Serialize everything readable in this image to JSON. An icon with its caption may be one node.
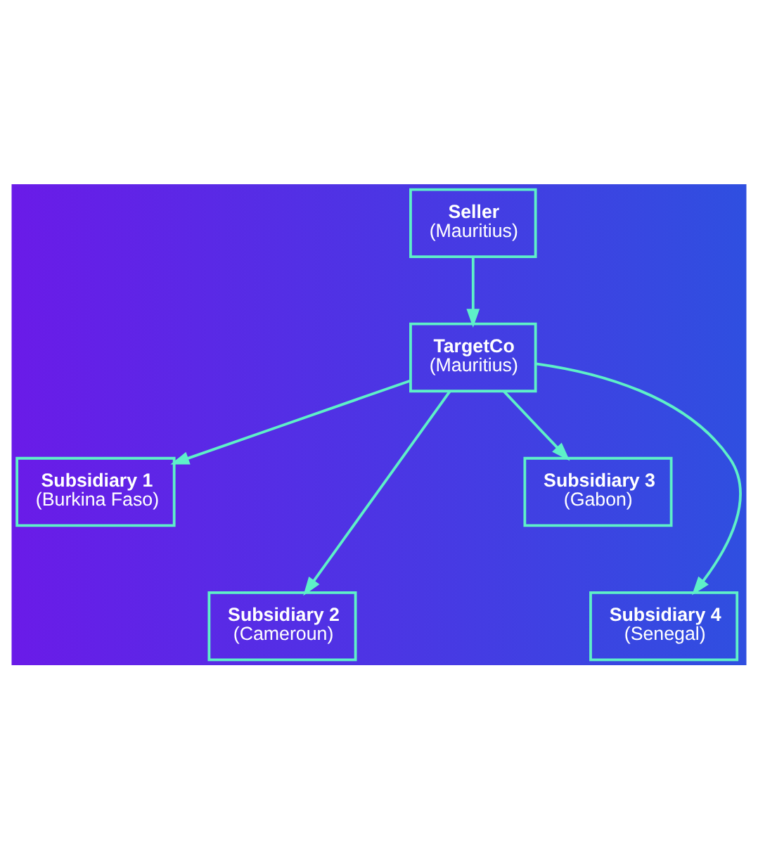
{
  "diagram": {
    "nodes": [
      {
        "text": [
          "Seller",
          "(Mauritius)"
        ]
      },
      {
        "text": [
          "TargetCo",
          "(Mauritius)"
        ]
      },
      {
        "text": [
          "Subsidiary 1",
          "(Burkina Faso)"
        ]
      },
      {
        "text": [
          "Subsidiary 3",
          "(Gabon)"
        ]
      },
      {
        "text": [
          "Subsidiary 2",
          "(Cameroun)"
        ]
      },
      {
        "text": [
          "Subsidiary 4",
          "(Senegal)"
        ]
      }
    ],
    "edges": [
      {
        "from": 0,
        "to": 1,
        "arrow": "to"
      },
      {
        "from": 1,
        "to": 2,
        "arrow": "to"
      },
      {
        "from": 1,
        "to": 3,
        "arrow": "to"
      },
      {
        "from": 1,
        "to": 4,
        "arrow": "to"
      },
      {
        "from": 1,
        "to": 5,
        "arrow": "to"
      }
    ]
  }
}
